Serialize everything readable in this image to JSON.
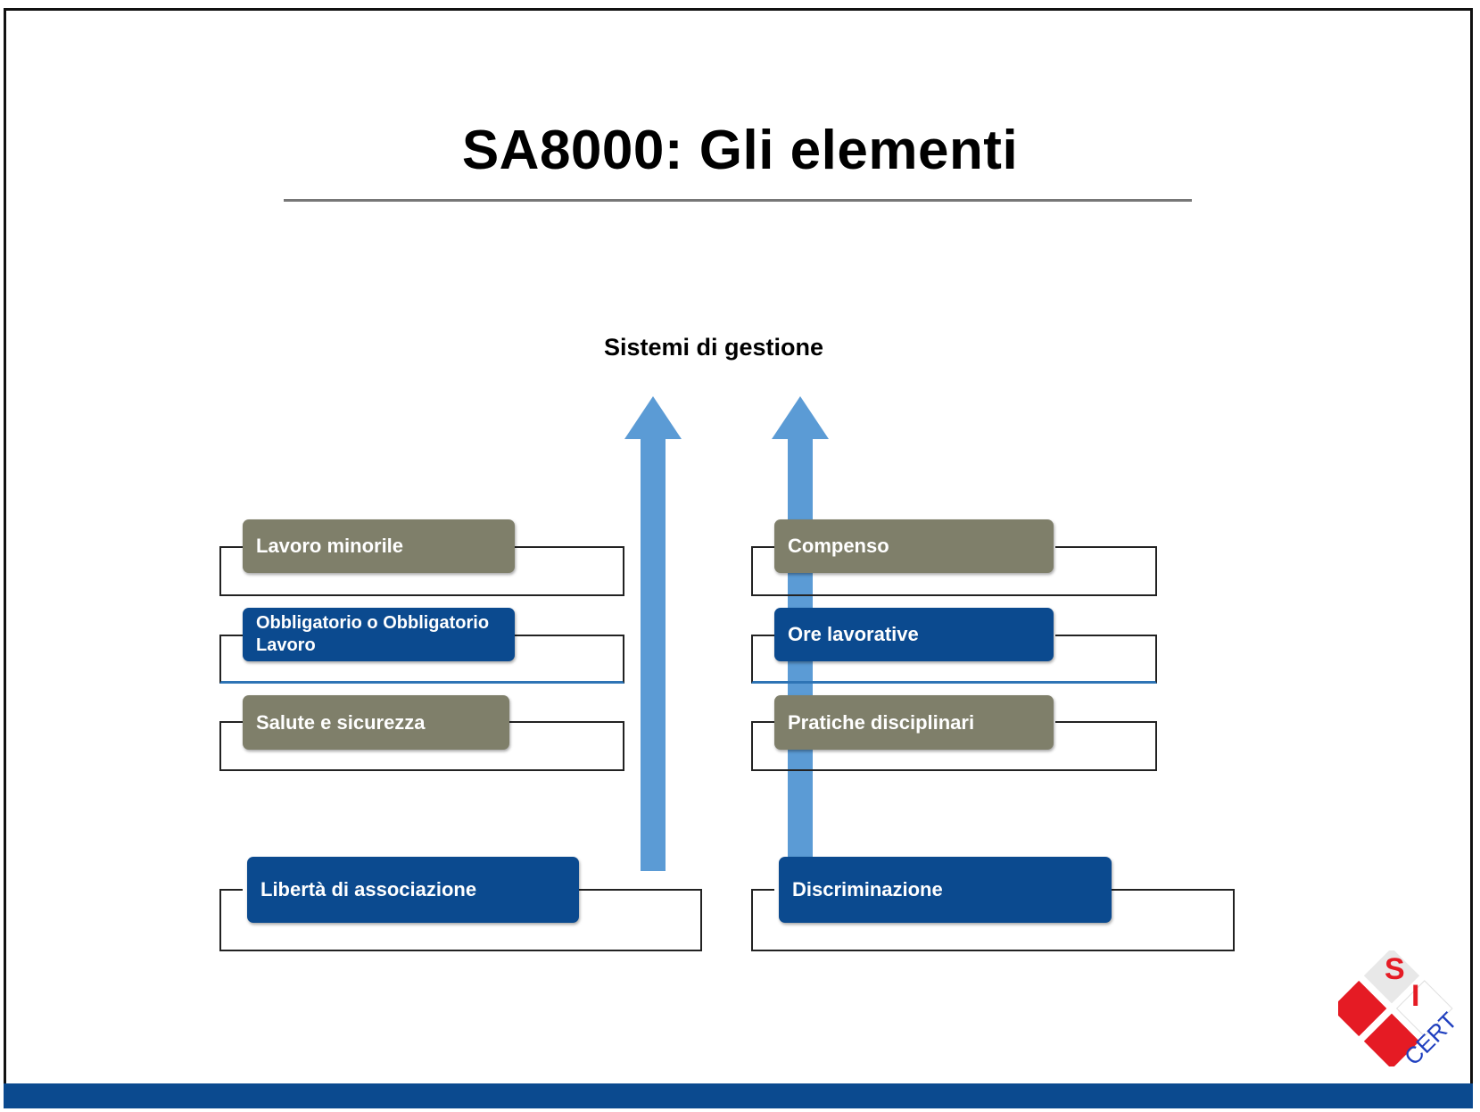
{
  "title": "SA8000: Gli elementi",
  "subtitle": "Sistemi di gestione",
  "colors": {
    "gray_box": "#7f7f6a",
    "blue_box": "#0b4a8f",
    "arrow": "#5b9bd5",
    "footer": "#0b4a8f"
  },
  "left_column": [
    "Lavoro minorile",
    "Obbligatorio o Obbligatorio Lavoro",
    "Salute e sicurezza"
  ],
  "right_column": [
    "Compenso",
    "Ore lavorative",
    "Pratiche disciplinari"
  ],
  "bottom_row": [
    "Libertà di associazione",
    "Discriminazione"
  ],
  "logo": {
    "letters": [
      "S",
      "I"
    ],
    "text": "CERT"
  }
}
